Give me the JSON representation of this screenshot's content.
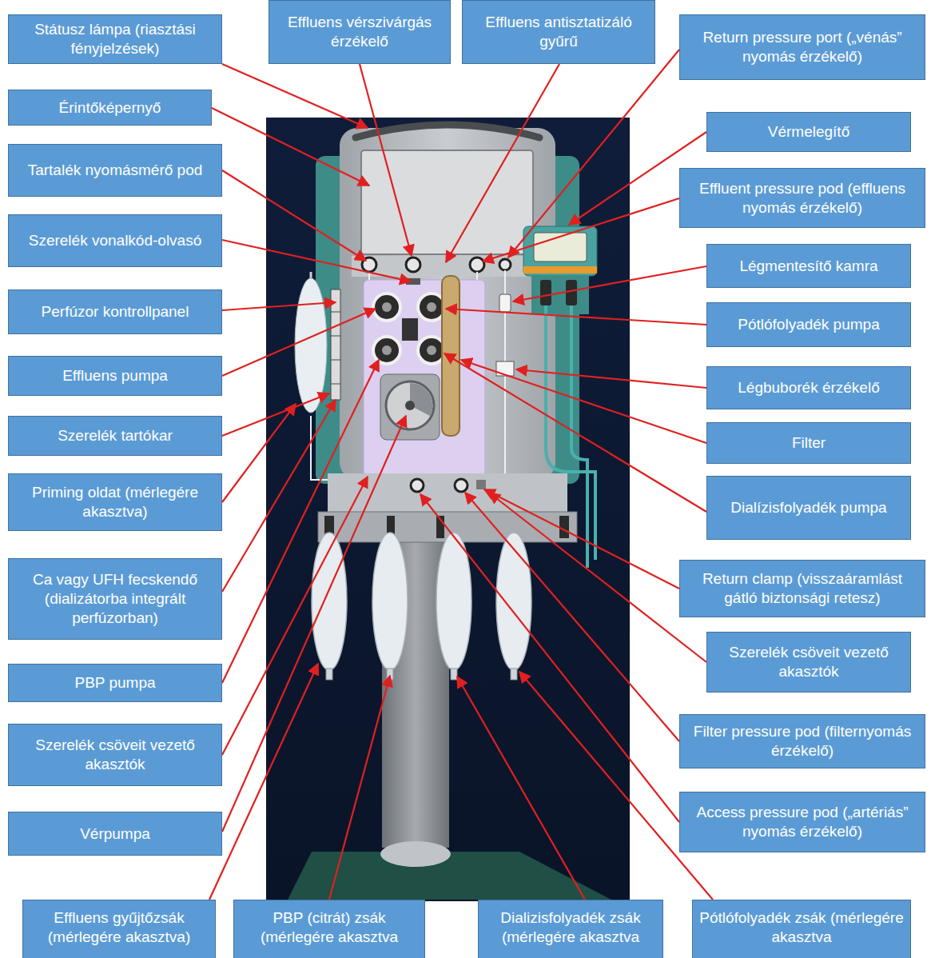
{
  "diagram": {
    "nodes": [
      {
        "text": [
          "Státusz lámpa (riasztási fényjelzések)"
        ]
      },
      {
        "text": [
          "Érintőképernyő"
        ]
      },
      {
        "text": [
          "Tartalék nyomásmérő pod"
        ]
      },
      {
        "text": [
          "Szerelék vonalkód-olvasó"
        ]
      },
      {
        "text": [
          "Perfúzor kontrollpanel"
        ]
      },
      {
        "text": [
          "Effluens pumpa"
        ]
      },
      {
        "text": [
          "Szerelék tartókar"
        ]
      },
      {
        "text": [
          "Priming oldat (mérlegére akasztva)"
        ]
      },
      {
        "text": [
          "Ca vagy UFH fecskendő (dializátorba integrált perfúzorban)"
        ]
      },
      {
        "text": [
          "PBP pumpa"
        ]
      },
      {
        "text": [
          "Szerelék csöveit vezető akasztók"
        ]
      },
      {
        "text": [
          "Vérpumpa"
        ]
      },
      {
        "text": [
          "Effluens vérszivárgás érzékelő"
        ]
      },
      {
        "text": [
          "Effluens antisztatizáló gyűrű"
        ]
      },
      {
        "text": [
          "Return pressure port („vénás” nyomás érzékelő)"
        ]
      },
      {
        "text": [
          "Vérmelegítő"
        ]
      },
      {
        "text": [
          "Effluent pressure pod (effluens nyomás érzékelő)"
        ]
      },
      {
        "text": [
          "Légmentesítő kamra"
        ]
      },
      {
        "text": [
          "Pótlófolyadék pumpa"
        ]
      },
      {
        "text": [
          "Légbuborék érzékelő"
        ]
      },
      {
        "text": [
          "Filter"
        ]
      },
      {
        "text": [
          "Dialízisfolyadék pumpa"
        ]
      },
      {
        "text": [
          "Return clamp (visszaáramlást gátló biztonsági retesz)"
        ]
      },
      {
        "text": [
          "Szerelék csöveit vezető akasztók"
        ]
      },
      {
        "text": [
          "Filter pressure pod (filternyomás érzékelő)"
        ]
      },
      {
        "text": [
          "Access pressure pod („artériás” nyomás érzékelő)"
        ]
      },
      {
        "text": [
          "Effluens gyűjtőzsák (mérlegére akasztva)"
        ]
      },
      {
        "text": [
          "PBP (citrát) zsák (mérlegére akasztva"
        ]
      },
      {
        "text": [
          "Dializisfolyadék zsák (mérlegére akasztva"
        ]
      },
      {
        "text": [
          "Pótlófolyadék zsák (mérlegére akasztva"
        ]
      }
    ]
  }
}
